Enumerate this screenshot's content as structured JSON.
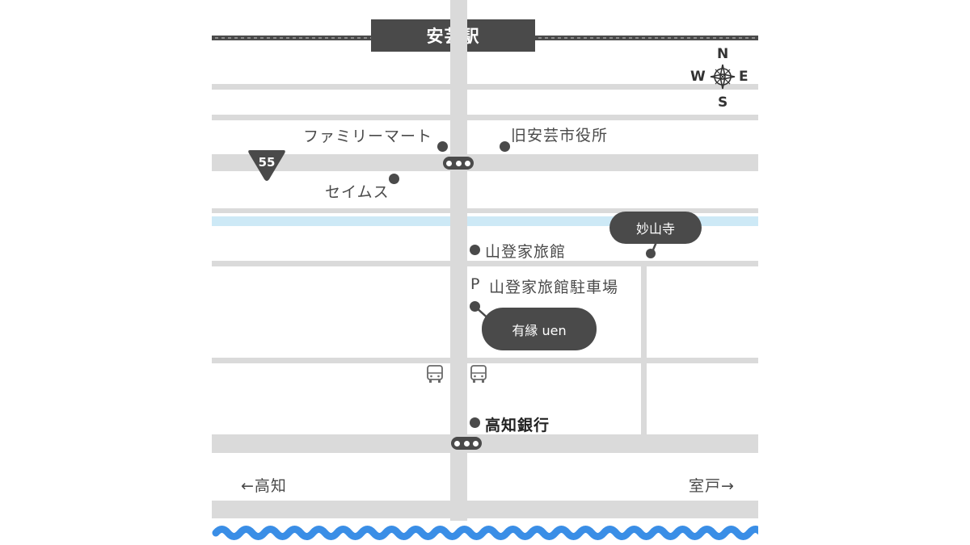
{
  "station": {
    "name": "安芸駅"
  },
  "compass": {
    "n": "N",
    "e": "E",
    "s": "S",
    "w": "W"
  },
  "route": {
    "number": "55"
  },
  "landmarks": {
    "family_mart": "ファミリーマート",
    "old_city_hall": "旧安芸市役所",
    "seims": "セイムス",
    "myosanji": "妙山寺",
    "yamato_ryokan": "山登家旅館",
    "parking_mark": "P",
    "parking": "山登家旅館駐車場",
    "uen": "有縁 uen",
    "kochi_bank": "高知銀行"
  },
  "directions": {
    "west": "←高知",
    "east": "室戸→"
  },
  "icons": {
    "signal": "traffic-signal-icon",
    "bus": "bus-stop-icon",
    "compass": "compass-rose-icon",
    "waves": "sea-waves-icon"
  },
  "colors": {
    "road": "#dadada",
    "river": "#cde9f6",
    "sea": "#3a8ee6",
    "marker": "#4a4a4a"
  }
}
